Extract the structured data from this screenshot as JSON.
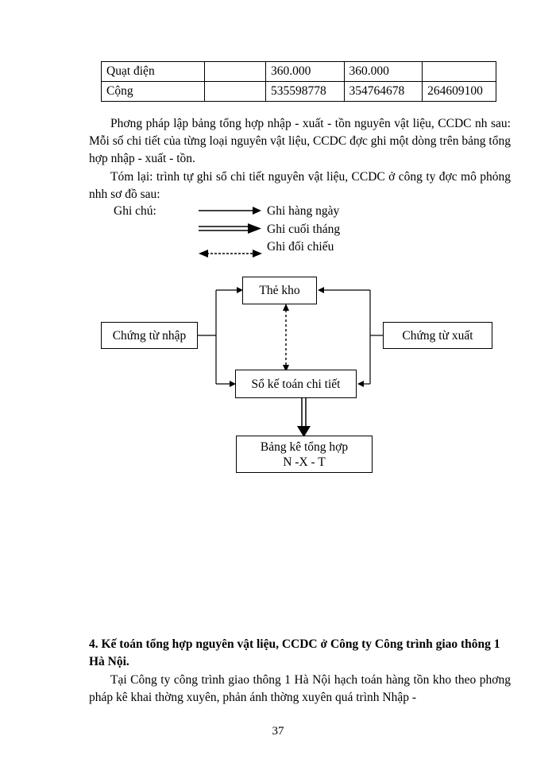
{
  "document": {
    "page_number": "37"
  },
  "table": {
    "rows": [
      {
        "name": "Quạt điện",
        "blank": "",
        "v1": "360.000",
        "v2": "360.000",
        "v3": ""
      },
      {
        "name": "Cộng",
        "blank": "",
        "v1": "535598778",
        "v2": "354764678",
        "v3": "264609100"
      }
    ]
  },
  "paragraphs": {
    "p1": "Phơng   pháp lập bảng tổng hợp nhập - xuất - tồn nguyên vật liệu, CCDC nh   sau: Mỗi số chi tiết của từng loại nguyên vật liệu, CCDC đợc   ghi một dòng trên bảng tổng hợp nhập - xuất - tồn.",
    "p2": "Tóm lại: trình tự ghi sổ chi tiết nguyên vật liệu, CCDC ở công ty đợc   mô phỏng nhh   sơ đồ sau:",
    "p3": "Tại Công ty công trình giao thông 1 Hà Nội hạch toán hàng tồn kho theo phơng   pháp kê khai thờng   xuyên, phản ánh thờng   xuyên quá trình Nhập -"
  },
  "legend": {
    "label": "Ghi chú:",
    "items": [
      {
        "text": "Ghi hàng ngày",
        "arrow": "single-arrow-icon"
      },
      {
        "text": "Ghi cuối tháng",
        "arrow": "double-line-arrow-icon"
      },
      {
        "text": "Ghi đối chiếu",
        "arrow": "dotted-double-arrow-icon"
      }
    ]
  },
  "flowchart": {
    "boxes": {
      "the_kho": "Thẻ kho",
      "chung_tu_nhap": "Chứng từ nhập",
      "chung_tu_xuat": "Chứng từ xuất",
      "so_ke_toan": "Sổ kế toán chi tiết",
      "bang_ke_line1": "Bảng kê tổng hợp",
      "bang_ke_line2": "N -X - T"
    }
  },
  "heading": {
    "text": "4.  Kế toán tổng hợp nguyên vật liệu, CCDC ở Công ty Công trình giao thông 1 Hà Nội."
  },
  "colors": {
    "text": "#000000",
    "background": "#ffffff",
    "border": "#000000"
  }
}
